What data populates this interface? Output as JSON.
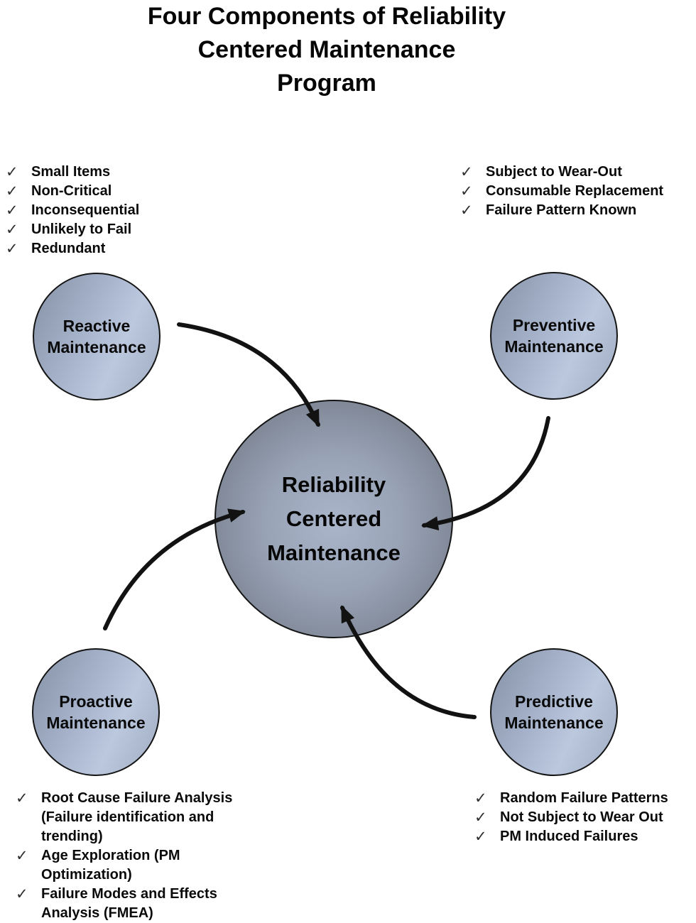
{
  "title": {
    "lines": [
      "Four Components of Reliability",
      "Centered Maintenance",
      "Program"
    ]
  },
  "icons": {
    "check": "✓"
  },
  "colors": {
    "node_fill_light": "#bcc8de",
    "node_fill_dark": "#8591a5",
    "center_fill_light": "#aab5ca",
    "center_fill_dark": "#737b8a",
    "outline": "#141414",
    "arrow": "#121212",
    "text": "#0a0a0a"
  },
  "center_node": {
    "name": "Reliability Centered Maintenance",
    "label_lines": [
      "Reliability",
      "Centered",
      "Maintenance"
    ]
  },
  "nodes": [
    {
      "name": "Reactive Maintenance",
      "label_lines": [
        "Reactive",
        "Maintenance"
      ],
      "checklist": [
        "Small Items",
        "Non-Critical",
        "Inconsequential",
        "Unlikely to Fail",
        "Redundant"
      ]
    },
    {
      "name": "Preventive Maintenance",
      "label_lines": [
        "Preventive",
        "Maintenance"
      ],
      "checklist": [
        "Subject to Wear-Out",
        "Consumable Replacement",
        "Failure Pattern Known"
      ]
    },
    {
      "name": "Proactive Maintenance",
      "label_lines": [
        "Proactive",
        "Maintenance"
      ],
      "checklist": [
        "Root Cause Failure Analysis\n(Failure identification and\ntrending)",
        "Age Exploration (PM\nOptimization)",
        "Failure Modes and Effects\nAnalysis (FMEA)"
      ]
    },
    {
      "name": "Predictive Maintenance",
      "label_lines": [
        "Predictive",
        "Maintenance"
      ],
      "checklist": [
        "Random Failure Patterns",
        "Not Subject to Wear Out",
        "PM Induced Failures"
      ]
    }
  ]
}
